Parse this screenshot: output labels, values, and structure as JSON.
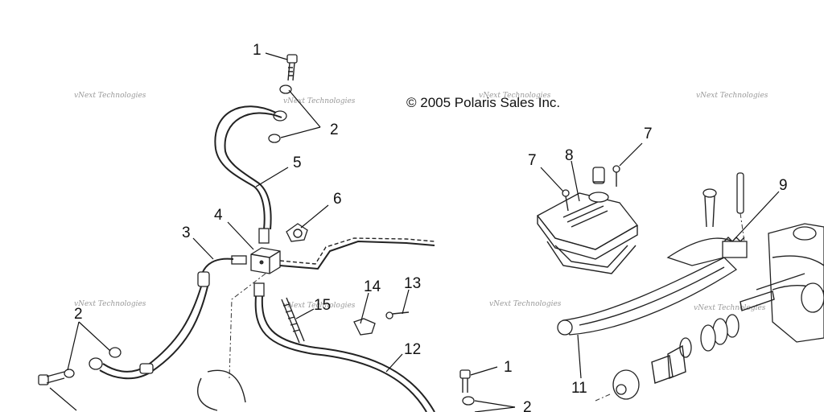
{
  "diagram": {
    "copyright": "© 2005 Polaris Sales Inc.",
    "watermark": "vNext Technologies",
    "callouts": [
      "1",
      "2",
      "5",
      "6",
      "4",
      "3",
      "2",
      "15",
      "14",
      "13",
      "12",
      "1",
      "2",
      "7",
      "8",
      "7",
      "9",
      "11"
    ]
  }
}
